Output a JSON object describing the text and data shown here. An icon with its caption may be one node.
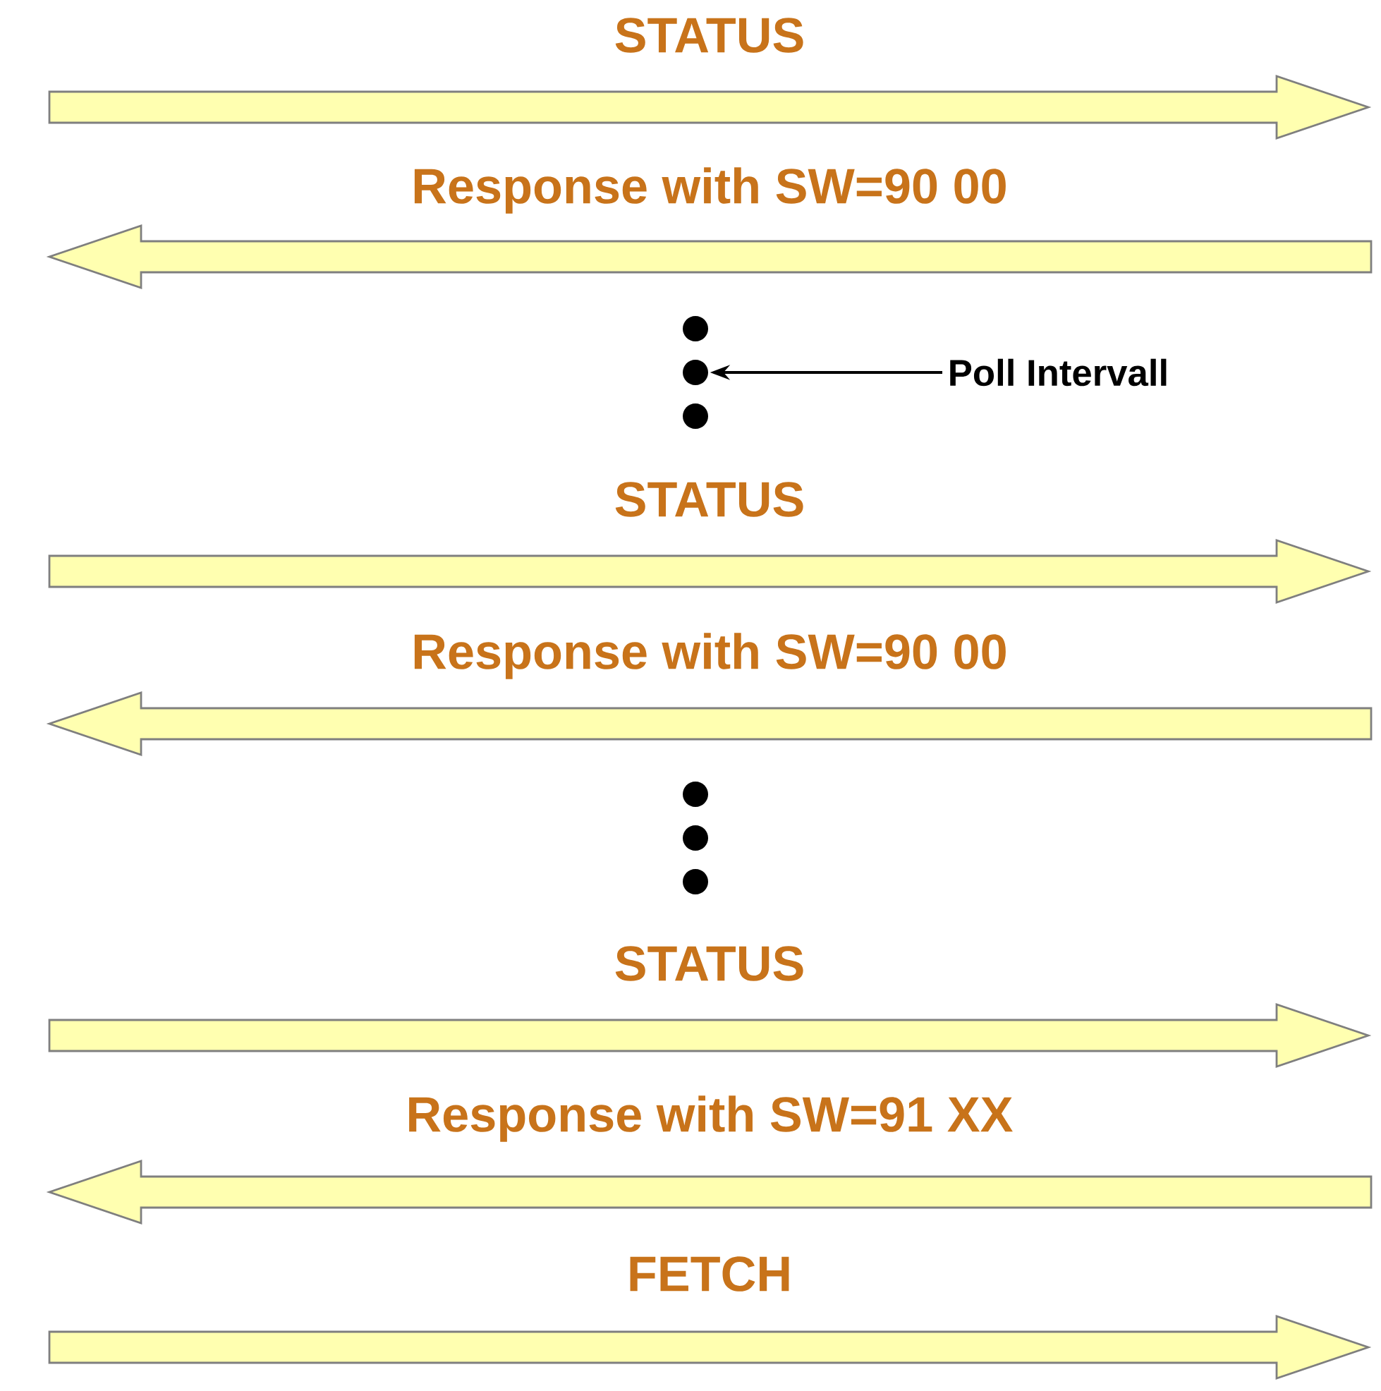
{
  "diagram": {
    "nodes": [
      {
        "text": [
          "Poll Intervall"
        ]
      },
      {
        "text": [],
        "shape": "dots"
      },
      {
        "text": [],
        "shape": "dots"
      }
    ],
    "edges": [
      {
        "from": 0,
        "to": 1,
        "arrow": "to"
      }
    ],
    "labels": [
      "STATUS",
      "Response with SW=90 00",
      "STATUS",
      "Response with SW=90 00",
      "STATUS",
      "Response with SW=91 XX",
      "FETCH"
    ]
  }
}
